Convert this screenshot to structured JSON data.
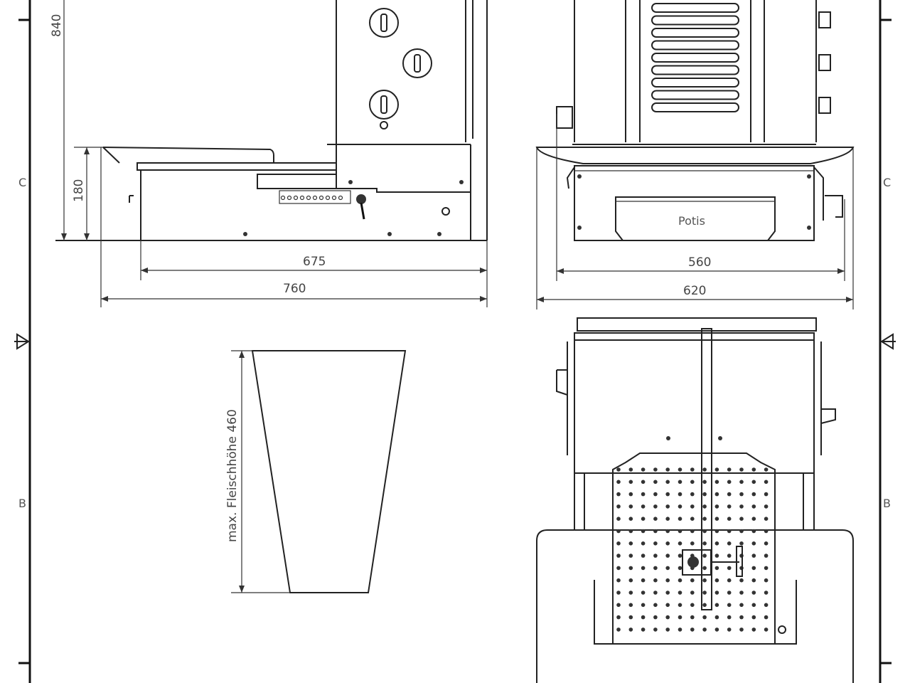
{
  "frame": {
    "zone_labels_left": [
      "C",
      "B"
    ],
    "zone_labels_right": [
      "C",
      "B"
    ]
  },
  "side_view": {
    "height_total": "840",
    "height_tray": "180",
    "depth_body": "675",
    "depth_total": "760"
  },
  "front_view": {
    "control_label": "Potis",
    "width_body": "560",
    "width_total": "620"
  },
  "meat_cone": {
    "label": "max. Fleischhöhe 460"
  },
  "colors": {
    "line": "#222222",
    "background": "#ffffff"
  }
}
